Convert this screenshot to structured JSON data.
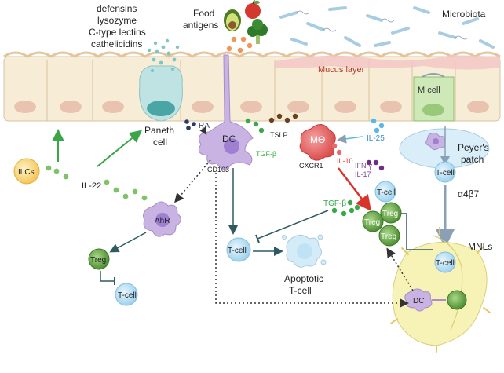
{
  "labels": {
    "defensins": "defensins",
    "lysozyme": "lysozyme",
    "ctype": "C-type lectins",
    "cathelicidins": "cathelicidins",
    "food1": "Food",
    "food2": "antigens",
    "microbiota": "Microbiota",
    "mucus": "Mucus layer",
    "mcell": "M cell",
    "paneth1": "Paneth",
    "paneth2": "cell",
    "ra": "RA",
    "dc": "DC",
    "tslp": "TSLP",
    "mo": "MΘ",
    "il25": "IL-25",
    "tgfb1": "TGF-β",
    "cd103": "CD103",
    "cxcr1": "CXCR1",
    "il10": "IL-10",
    "ifng": "IFN-γ",
    "il17": "IL-17",
    "peyers1": "Peyer's",
    "peyers2": "patch",
    "tcell": "T-cell",
    "a4b7": "α4β7",
    "ilcs": "ILCs",
    "il22": "IL-22",
    "ahr": "AhR",
    "treg": "Treg",
    "tgfb2": "TGF-β",
    "apoptotic1": "Apoptotic",
    "apoptotic2": "T-cell",
    "mnls": "MNLs"
  },
  "colors": {
    "epithelium": "#f7ecd6",
    "nucleus": "#e9c3b0",
    "mucus": "#f2c6c6",
    "tcell": "#bfe3f5",
    "treg": "#5f9f3c",
    "dc": "#c9b3e3",
    "macrophage": "#e76a6a",
    "green_arrow": "#3aa647",
    "red_arrow": "#d9342b",
    "dark_arrow": "#2f5a60",
    "mnl": "#f7f2b5"
  }
}
